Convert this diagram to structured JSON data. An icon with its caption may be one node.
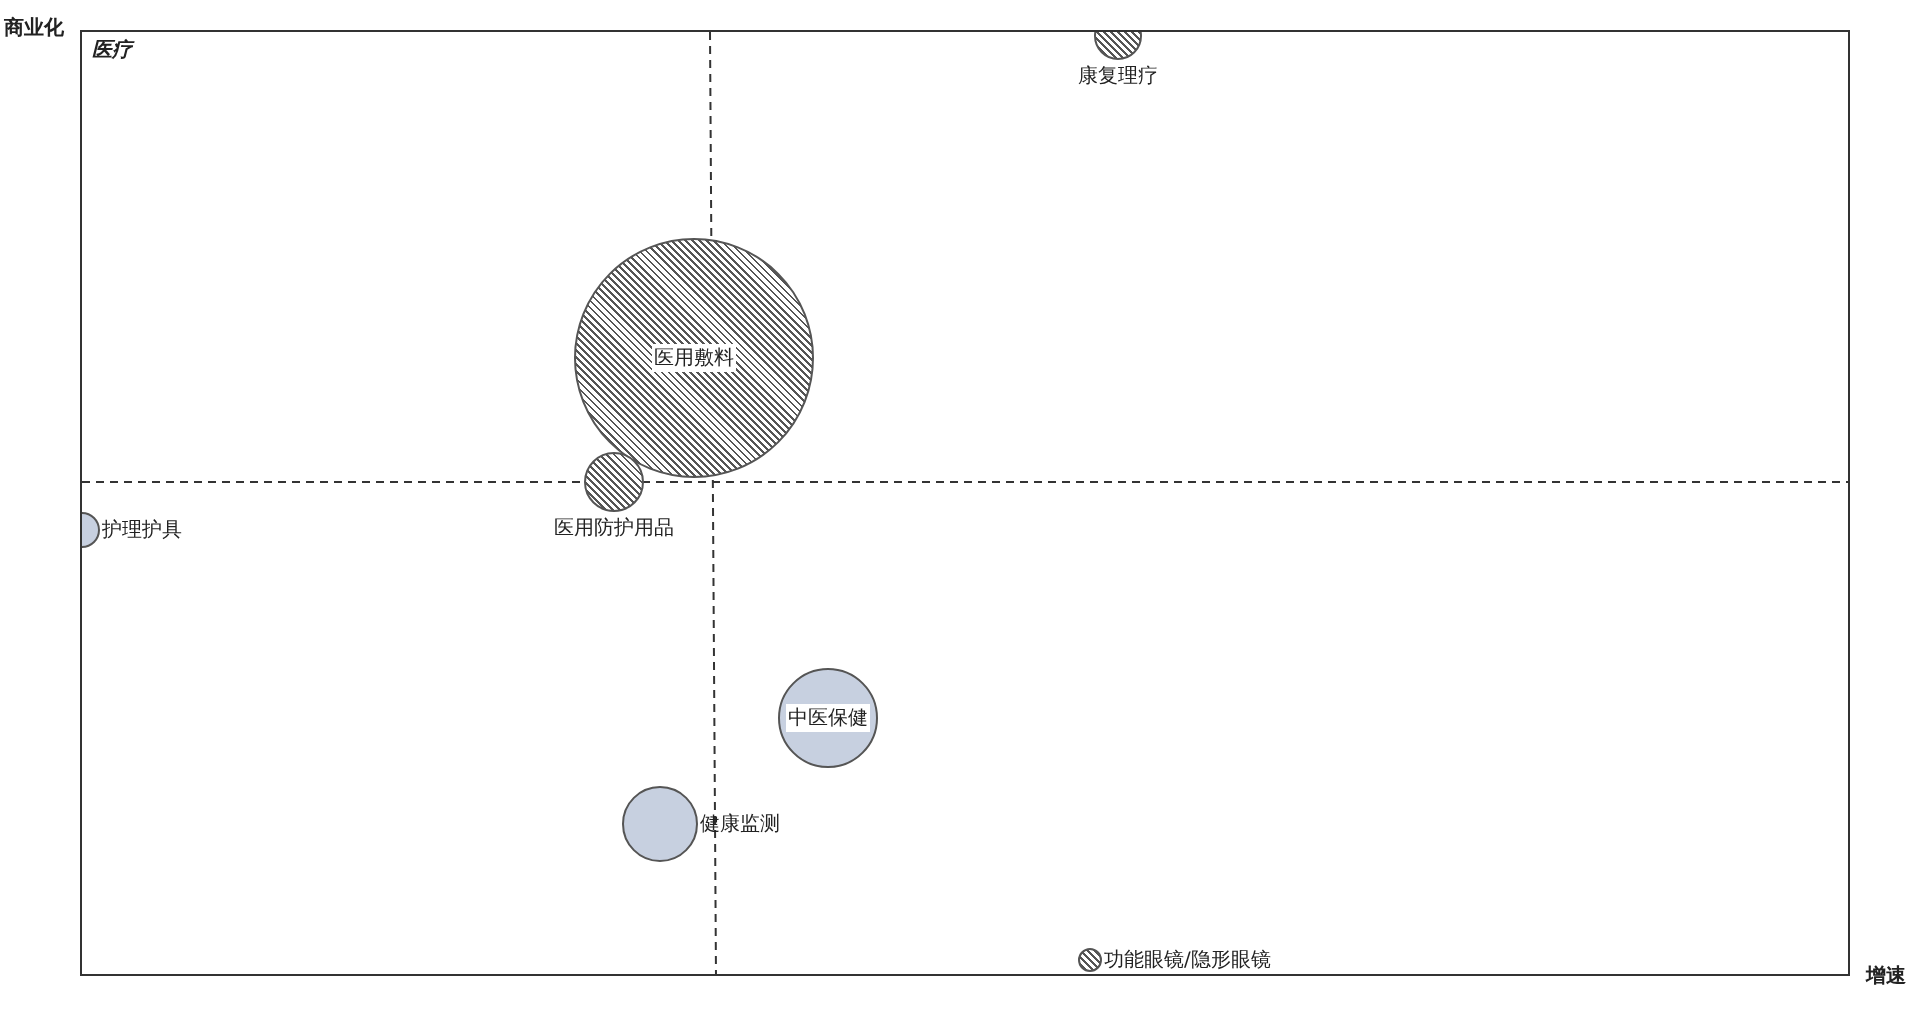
{
  "diagram": {
    "nodes": [
      {
        "text": [],
        "shape": "circle",
        "beside": [
          "康复理疗"
        ]
      },
      {
        "text": [
          "医用敷料"
        ]
      },
      {
        "text": [],
        "shape": "circle",
        "beside": [
          "医用防护用品"
        ]
      },
      {
        "text": [],
        "shape": "circle",
        "beside": [
          "护理护具"
        ]
      },
      {
        "text": [
          "中医保健"
        ]
      },
      {
        "text": [],
        "shape": "circle",
        "beside": [
          "健康监测"
        ]
      },
      {
        "text": [],
        "shape": "circle",
        "beside": [
          "功能眼镜/隐形眼镜"
        ]
      }
    ],
    "labels": [
      "商业化",
      "医疗",
      "增速"
    ]
  }
}
